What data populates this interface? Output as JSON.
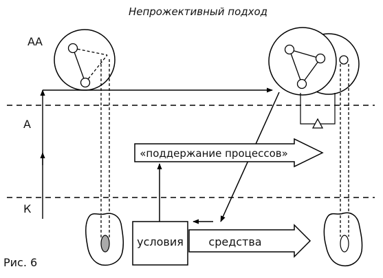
{
  "title": "Непрожективный подход",
  "levels": {
    "aa": "АА",
    "a": "А",
    "k": "К"
  },
  "arrow_maintenance": "«поддержание процессов»",
  "box_conditions": "условия",
  "arrow_means": "средства",
  "caption": "Рис. 6"
}
